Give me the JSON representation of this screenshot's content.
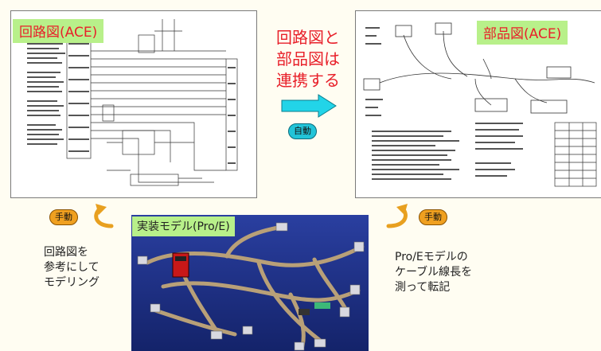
{
  "panels": {
    "circuit": {
      "label": "回路図(ACE)"
    },
    "parts": {
      "label": "部品図(ACE)"
    },
    "model": {
      "label": "実装モデル(Pro/E)"
    }
  },
  "link_text": [
    "回路図と",
    "部品図は",
    "連携する"
  ],
  "badges": {
    "auto": "自動",
    "manual_left": "手動",
    "manual_right": "手動"
  },
  "notes": {
    "left": "回路図を\n参考にして\nモデリング",
    "right": "Pro/Eモデルの\nケーブル線長を\n測って転記"
  },
  "colors": {
    "label_bg": "#b8f08a",
    "label_text": "#e8202a",
    "arrow_cyan": "#22d4e8",
    "curved_arrow": "#e8a020",
    "model_bg": "#1b2f8a"
  }
}
